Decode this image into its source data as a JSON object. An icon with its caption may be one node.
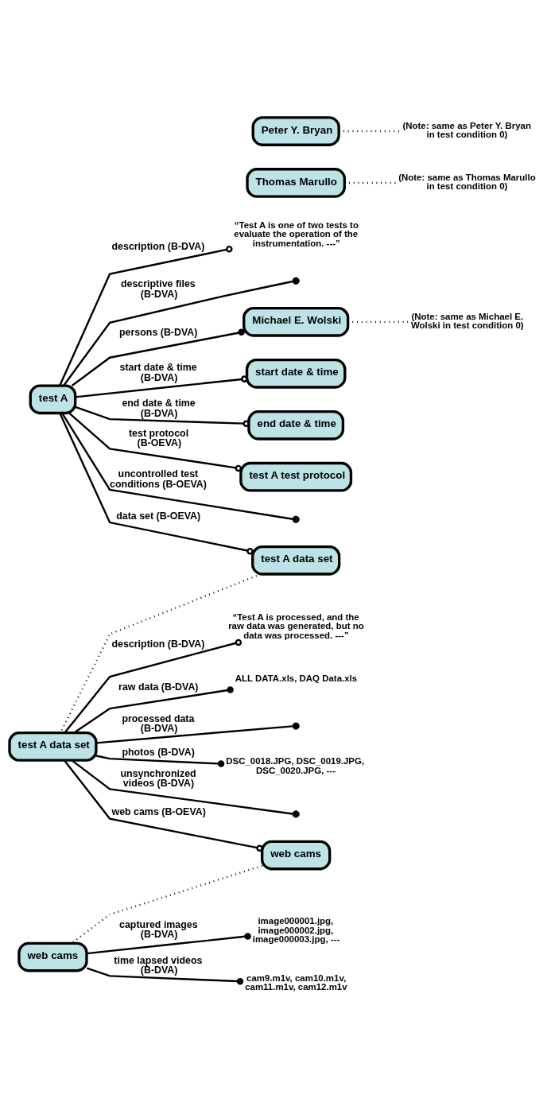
{
  "diagram": {
    "nodes": [
      {
        "text": [
          "test A"
        ]
      },
      {
        "text": [
          "“Test A is one of two tests to evaluate the operation of the instrumentation. ---”"
        ]
      },
      {
        "text": [],
        "shape": "circle"
      },
      {
        "text": [
          "Michael E. Wolski"
        ]
      },
      {
        "text": [
          "Thomas Marullo"
        ]
      },
      {
        "text": [
          "Peter Y. Bryan"
        ]
      },
      {
        "text": [
          "(Note: same as Michael E. Wolski in test condition 0)"
        ]
      },
      {
        "text": [
          "(Note: same as Thomas Marullo in test condition 0)"
        ]
      },
      {
        "text": [
          "(Note: same as Peter Y. Bryan in test condition 0)"
        ]
      },
      {
        "text": [
          "start date & time"
        ]
      },
      {
        "text": [
          "end date & time"
        ]
      },
      {
        "text": [
          "test A test protocol"
        ]
      },
      {
        "text": [],
        "shape": "circle"
      },
      {
        "text": [
          "test A data set"
        ]
      },
      {
        "text": [
          "test A data set"
        ]
      },
      {
        "text": [
          "“Test A is processed, and the raw data was generated, but no data was processed. ---”"
        ]
      },
      {
        "text": [
          "ALL DATA.xls, DAQ Data.xls"
        ]
      },
      {
        "text": [],
        "shape": "circle"
      },
      {
        "text": [
          "DSC_0018.JPG, DSC_0019.JPG, DSC_0020.JPG, ---"
        ]
      },
      {
        "text": [],
        "shape": "circle"
      },
      {
        "text": [
          "web cams"
        ]
      },
      {
        "text": [
          "web cams"
        ]
      },
      {
        "text": [
          "image000001.jpg, image000002.jpg, image000003.jpg, ---"
        ]
      },
      {
        "text": [
          "cam9.m1v, cam10.m1v, cam11.m1v, cam12.m1v"
        ]
      }
    ],
    "edges": [
      {
        "from": 0,
        "to": 1,
        "arrow": "other",
        "label": "description (B-DVA)"
      },
      {
        "from": 0,
        "to": 2,
        "arrow": "none",
        "label": "descriptive files (B-DVA)"
      },
      {
        "from": 0,
        "to": 3,
        "arrow": "other",
        "label": "persons (B-DVA)"
      },
      {
        "from": 3,
        "to": 6,
        "arrow": "none",
        "style": "dashed"
      },
      {
        "from": 4,
        "to": 7,
        "arrow": "none",
        "style": "dashed"
      },
      {
        "from": 5,
        "to": 8,
        "arrow": "none",
        "style": "dashed"
      },
      {
        "from": 0,
        "to": 9,
        "arrow": "other",
        "label": "start date & time (B-DVA)"
      },
      {
        "from": 0,
        "to": 10,
        "arrow": "other",
        "label": "end date & time (B-DVA)"
      },
      {
        "from": 0,
        "to": 11,
        "arrow": "other",
        "label": "test protocol (B-OEVA)"
      },
      {
        "from": 0,
        "to": 12,
        "arrow": "none",
        "label": "uncontrolled test conditions (B-OEVA)"
      },
      {
        "from": 0,
        "to": 13,
        "arrow": "other",
        "label": "data set (B-OEVA)"
      },
      {
        "from": 13,
        "to": 14,
        "arrow": "none",
        "style": "dashed"
      },
      {
        "from": 14,
        "to": 15,
        "arrow": "other",
        "label": "description (B-DVA)"
      },
      {
        "from": 14,
        "to": 16,
        "arrow": "other",
        "label": "raw data (B-DVA)"
      },
      {
        "from": 14,
        "to": 17,
        "arrow": "none",
        "label": "processed data (B-DVA)"
      },
      {
        "from": 14,
        "to": 18,
        "arrow": "other",
        "label": "photos (B-DVA)"
      },
      {
        "from": 14,
        "to": 19,
        "arrow": "none",
        "label": "unsynchronized videos (B-DVA)"
      },
      {
        "from": 14,
        "to": 20,
        "arrow": "other",
        "label": "web cams (B-OEVA)"
      },
      {
        "from": 20,
        "to": 21,
        "arrow": "none",
        "style": "dashed"
      },
      {
        "from": 21,
        "to": 22,
        "arrow": "other",
        "label": "captured images (B-DVA)"
      },
      {
        "from": 21,
        "to": 23,
        "arrow": "other",
        "label": "time lapsed videos (B-DVA)"
      }
    ]
  }
}
